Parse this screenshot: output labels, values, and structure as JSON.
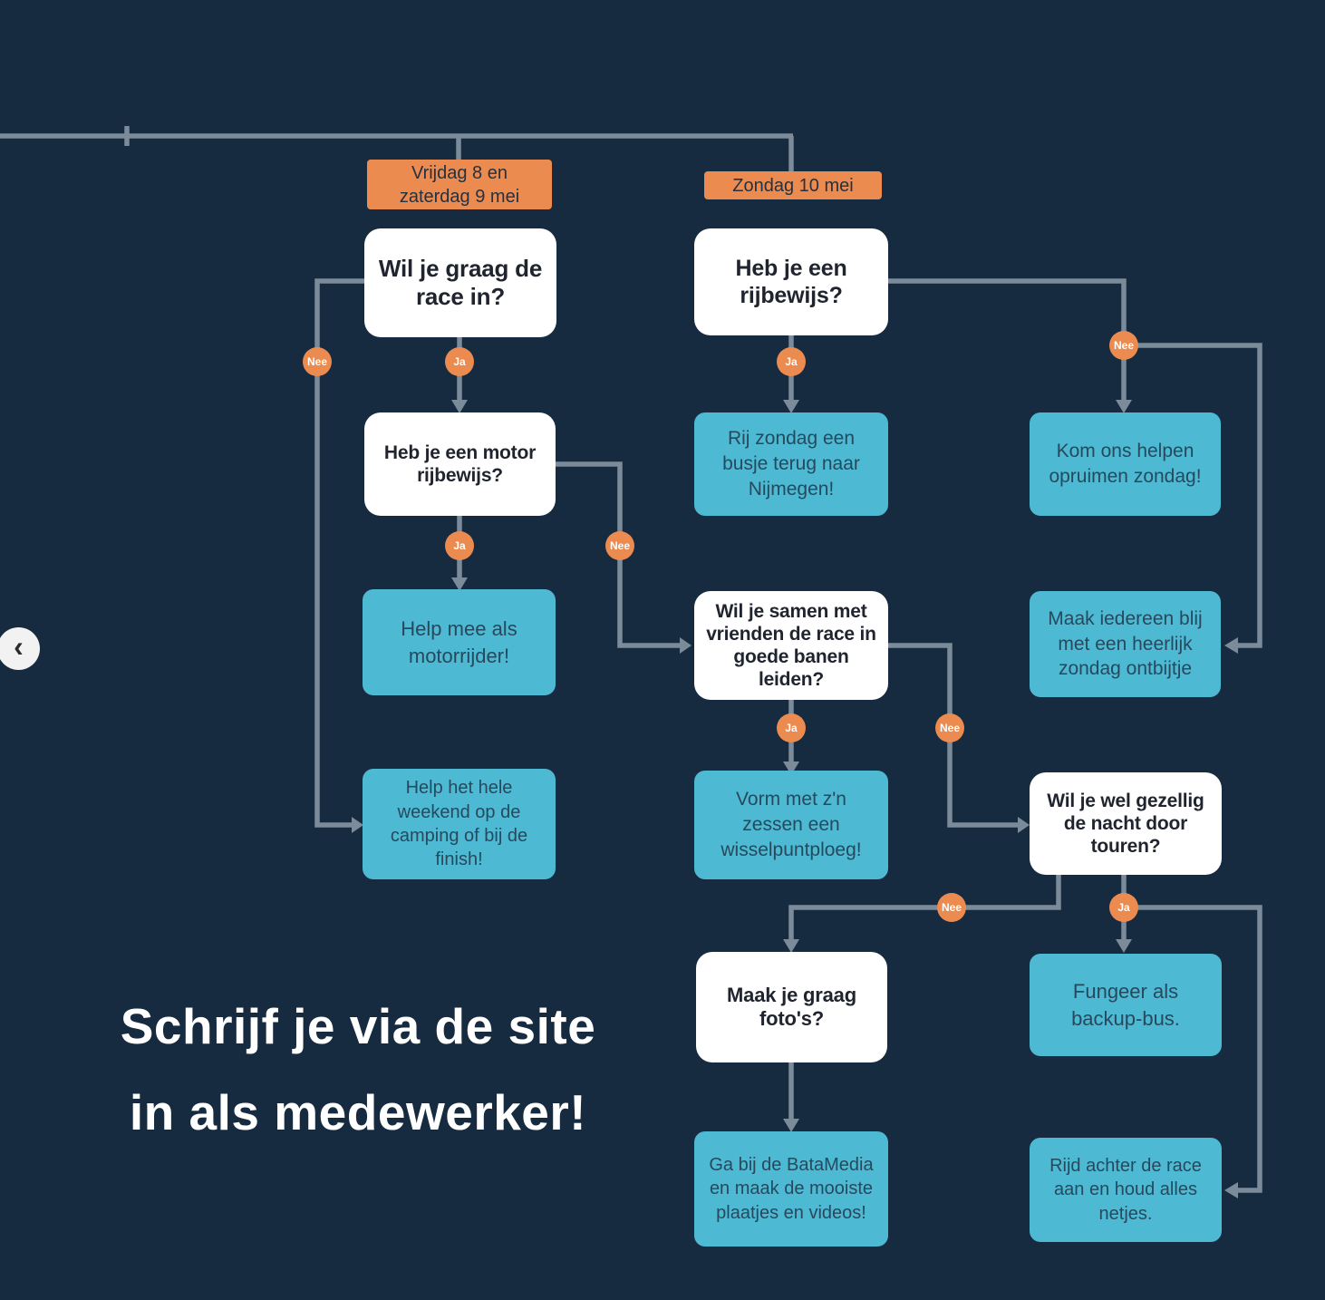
{
  "page": {
    "cta_line1": "Schrijf je via de site",
    "cta_line2": "in als medewerker!"
  },
  "nav": {
    "prev_icon": "‹"
  },
  "headers": {
    "friday": "Vrijdag 8 en\nzaterdag 9 mei",
    "sunday": "Zondag 10 mei"
  },
  "questions": {
    "race_in": "Wil je graag de race in?",
    "rijbewijs": "Heb je een rijbewijs?",
    "motor": "Heb je een motor rijbewijs?",
    "vrienden": "Wil je samen met vrienden de race in goede banen leiden?",
    "nacht": "Wil je wel gezellig de nacht door touren?",
    "fotos": "Maak je graag foto's?"
  },
  "outcomes": {
    "busje": "Rij zondag een busje terug naar Nijmegen!",
    "opruimen": "Kom ons helpen opruimen zondag!",
    "motorrijder": "Help mee als motorrijder!",
    "ontbijtje": "Maak iedereen blij met een heerlijk zondag ontbijtje",
    "camping": "Help het hele weekend op de camping of bij de finish!",
    "wisselpunt": "Vorm met z'n zessen een wisselpuntploeg!",
    "backupbus": "Fungeer als backup-bus.",
    "batamedia": "Ga bij de BataMedia en maak de mooiste plaatjes en videos!",
    "bezemwagen": "Rijd achter de race aan en houd alles netjes."
  },
  "badges": {
    "ja": "Ja",
    "nee": "Nee"
  },
  "colors": {
    "background": "#162a40",
    "teal": "#4db9d2",
    "orange": "#ec8b50",
    "line": "#7c8b99",
    "node_white": "#ffffff",
    "text_on_teal": "#27495e",
    "cta_text": "#ffffff"
  }
}
